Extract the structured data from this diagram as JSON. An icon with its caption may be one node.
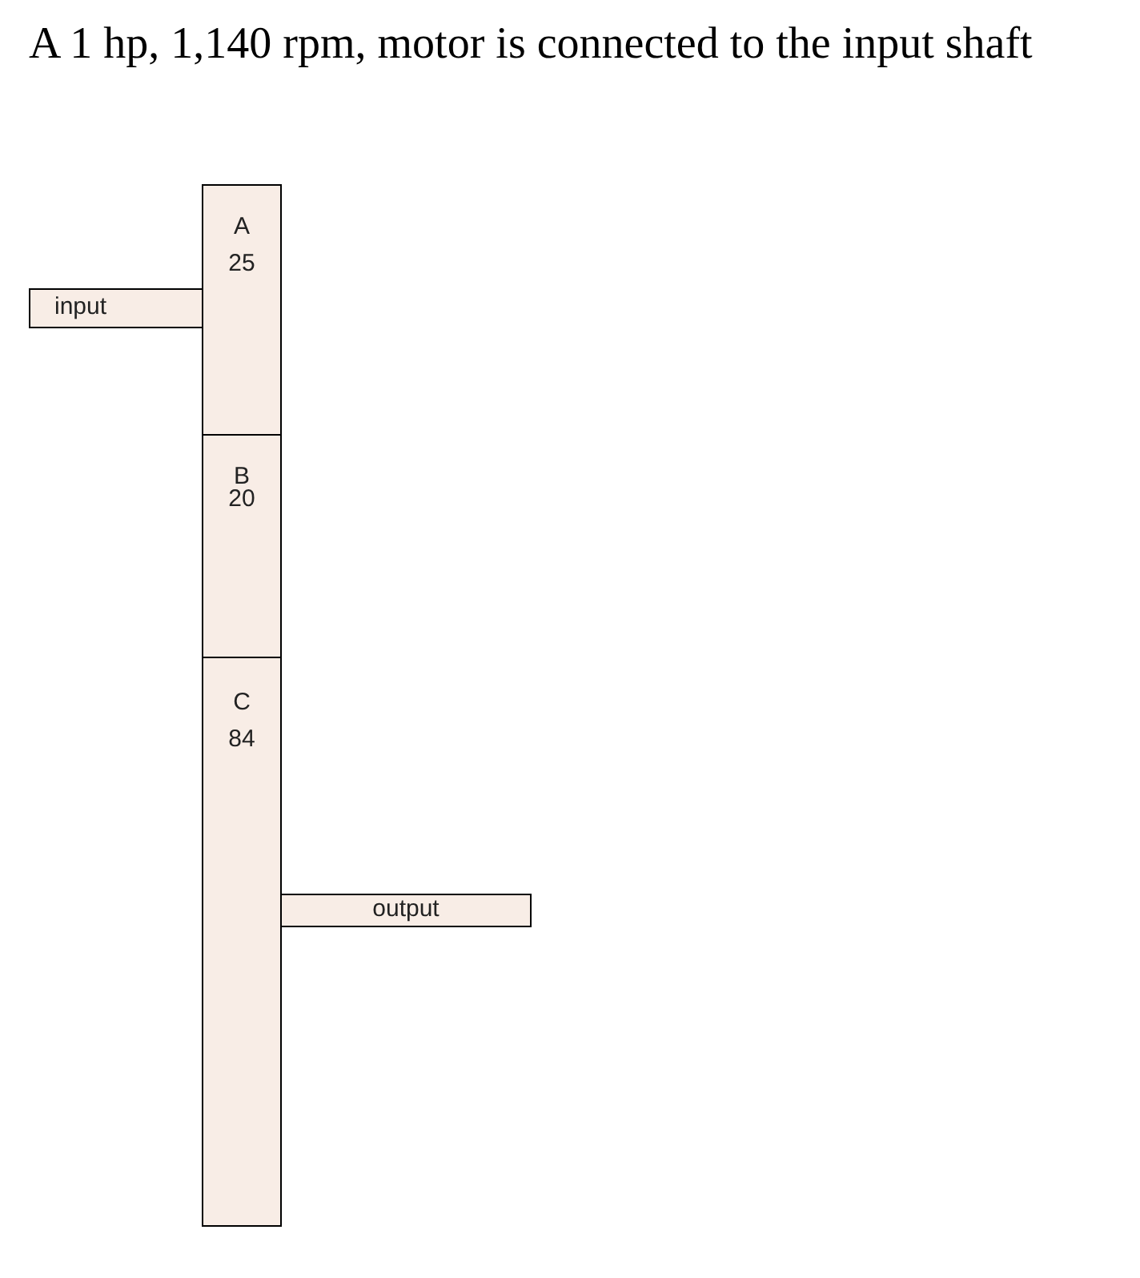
{
  "diagram": {
    "title": "A 1 hp, 1,140 rpm, motor is connected to the input shaft",
    "nodes": [
      {
        "text": [
          "input"
        ]
      },
      {
        "text": [
          "A",
          "25"
        ]
      },
      {
        "text": [
          "B",
          "20"
        ]
      },
      {
        "text": [
          "C",
          "84"
        ]
      },
      {
        "text": [
          "output"
        ]
      }
    ]
  }
}
